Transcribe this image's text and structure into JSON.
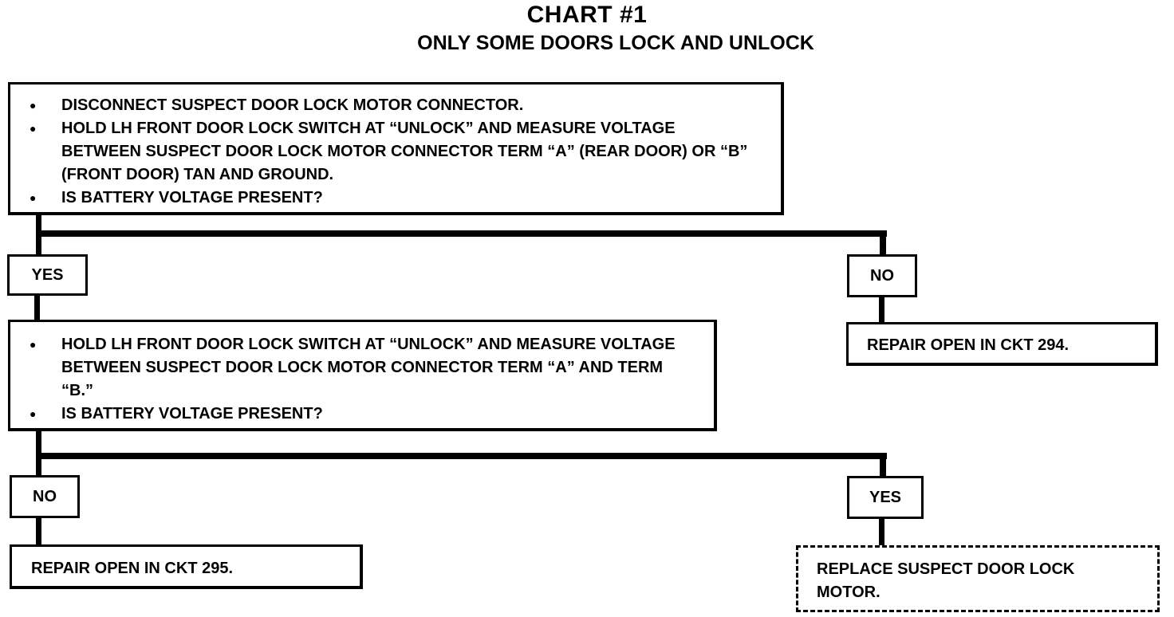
{
  "header": {
    "title": "CHART #1",
    "subtitle": "ONLY SOME DOORS LOCK AND UNLOCK"
  },
  "step1": {
    "bullets": [
      "DISCONNECT SUSPECT DOOR LOCK MOTOR CONNECTOR.",
      "HOLD LH FRONT DOOR LOCK SWITCH AT “UNLOCK” AND MEASURE VOLTAGE BETWEEN SUSPECT DOOR LOCK MOTOR CONNECTOR TERM “A” (REAR DOOR) OR “B” (FRONT DOOR) TAN AND GROUND.",
      "IS BATTERY VOLTAGE PRESENT?"
    ],
    "yes_label": "YES",
    "no_label": "NO",
    "no_result": "REPAIR OPEN IN CKT 294."
  },
  "step2": {
    "bullets": [
      "HOLD LH FRONT DOOR LOCK SWITCH AT “UNLOCK” AND MEASURE VOLTAGE BETWEEN SUSPECT DOOR LOCK MOTOR CONNECTOR TERM “A” AND TERM “B.”",
      "IS BATTERY VOLTAGE PRESENT?"
    ],
    "no_label": "NO",
    "yes_label": "YES",
    "no_result": "REPAIR OPEN IN CKT 295.",
    "yes_result": "REPLACE SUSPECT DOOR LOCK MOTOR."
  }
}
